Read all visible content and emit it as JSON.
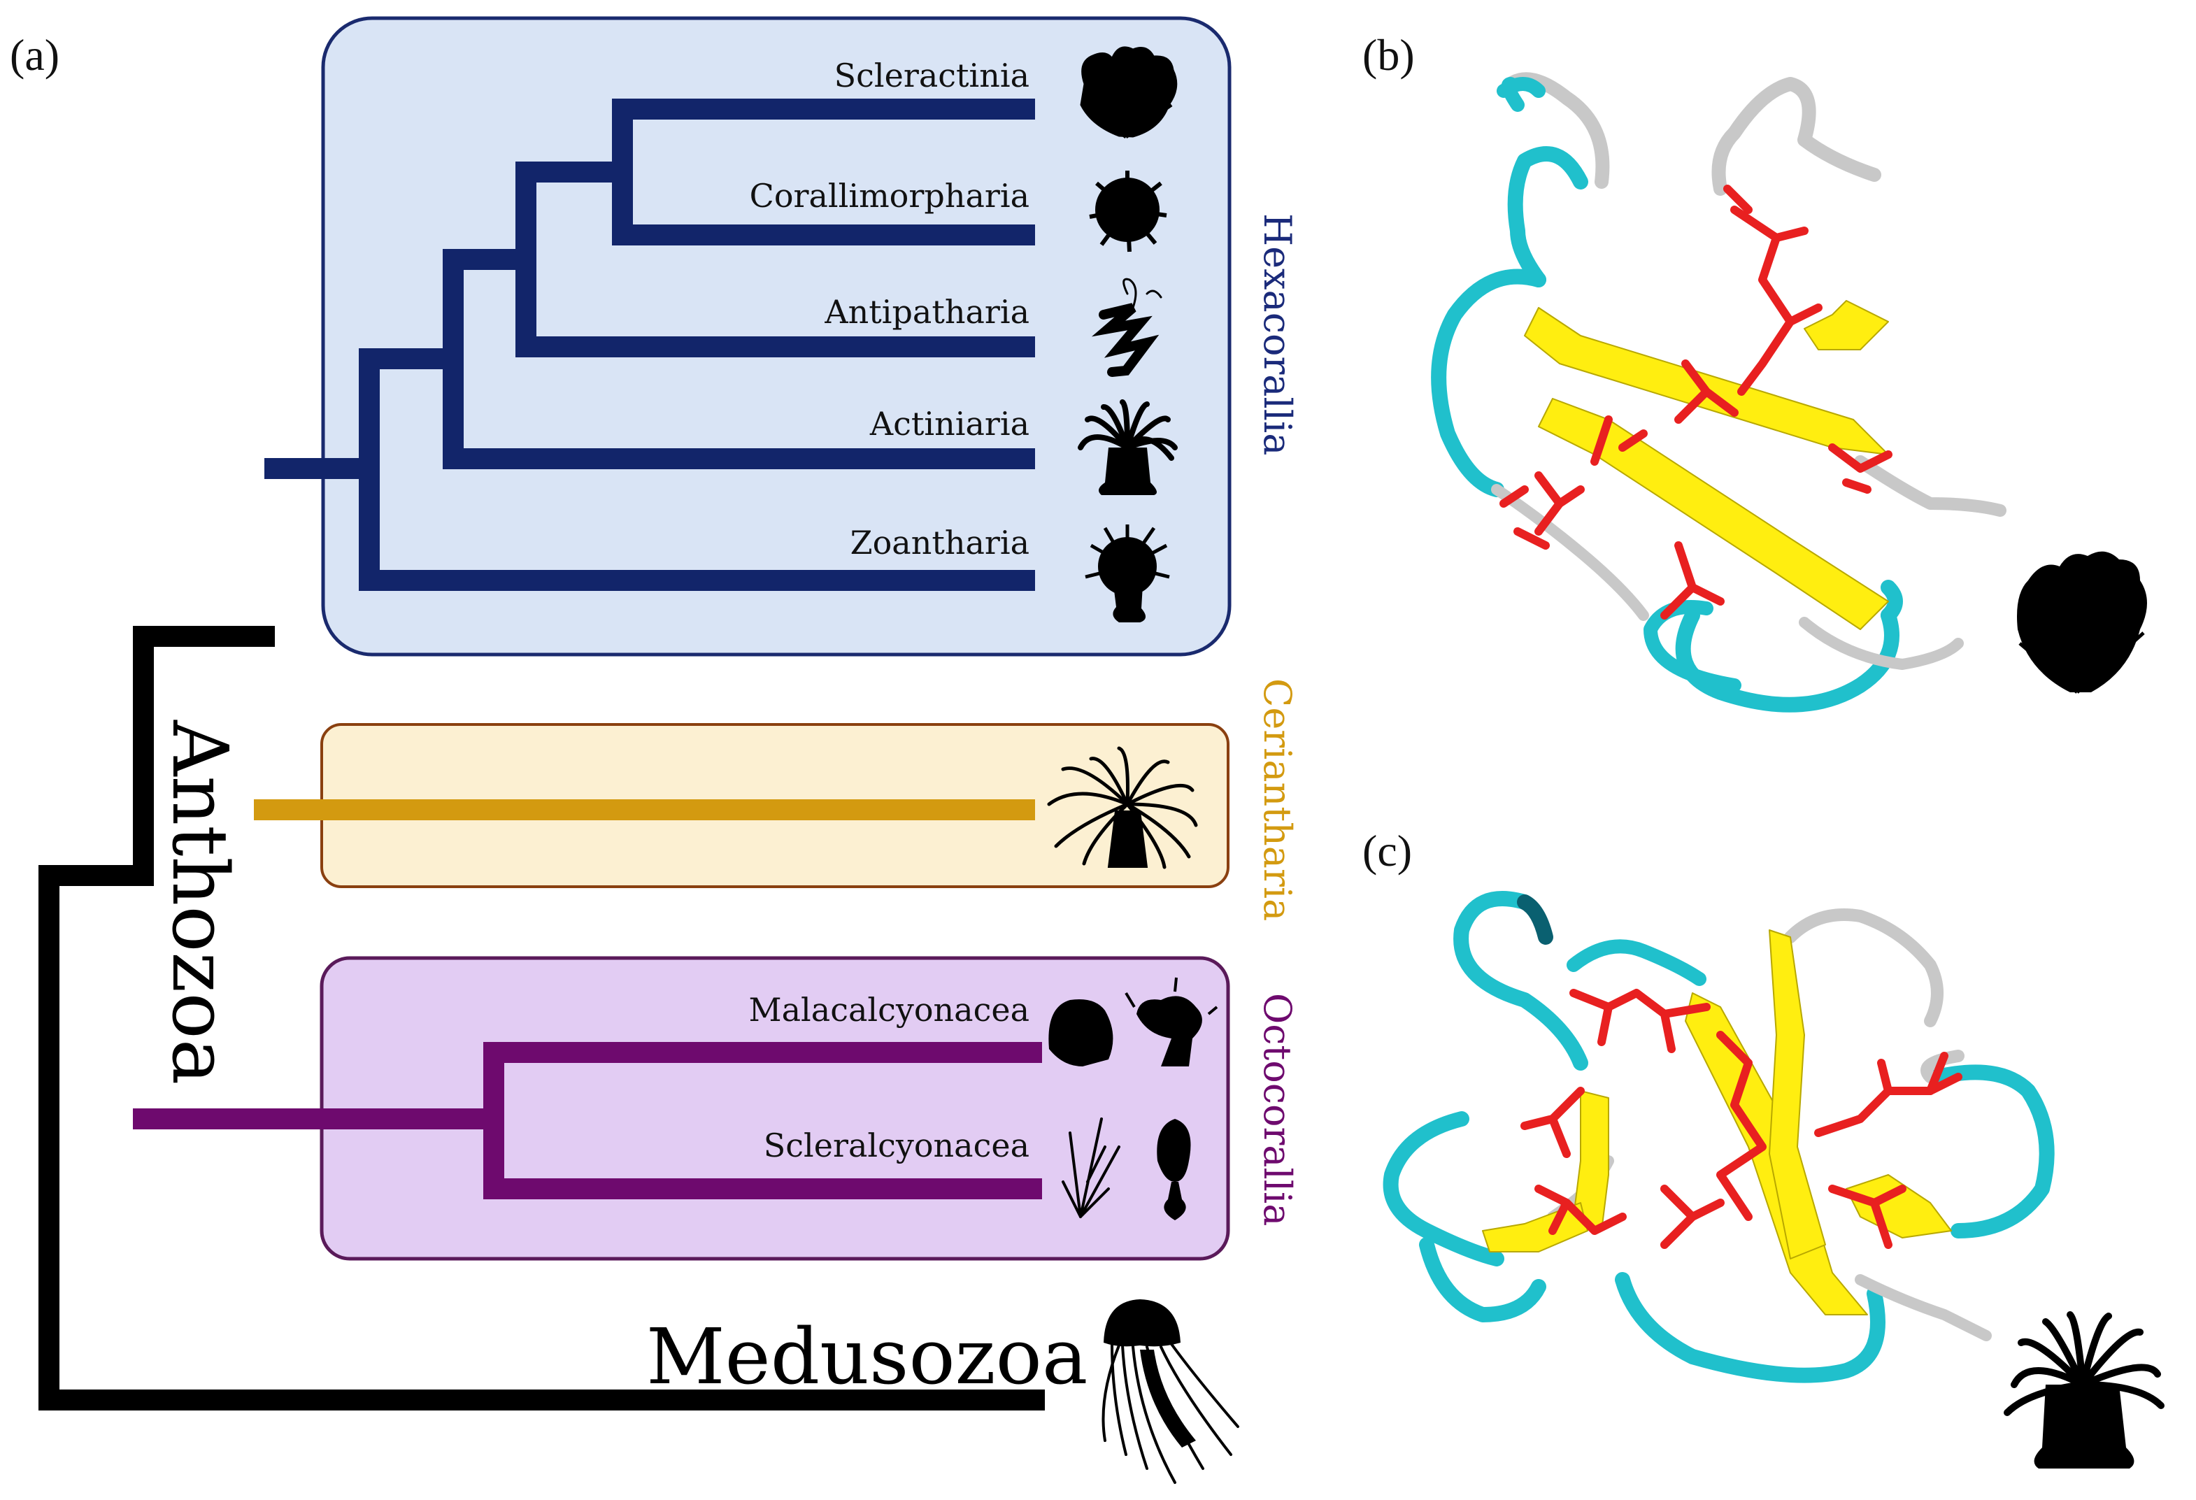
{
  "panels": {
    "a": "(a)",
    "b": "(b)",
    "c": "(c)"
  },
  "taxa": {
    "scleractinia": "Scleractinia",
    "corallimorpharia": "Corallimorpharia",
    "antipatharia": "Antipatharia",
    "actiniaria": "Actiniaria",
    "zoantharia": "Zoantharia",
    "malacalcyonacea": "Malacalcyonacea",
    "scleralcyonacea": "Scleralcyonacea"
  },
  "clades": {
    "hexacorallia": "Hexacorallia",
    "ceriantharia": "Ceriantharia",
    "octocorallia": "Octocorallia",
    "anthozoa": "Anthozoa",
    "medusozoa": "Medusozoa"
  },
  "colors": {
    "hexacorallia_branch": "#12256a",
    "hexacorallia_box": "#d9e4f5",
    "hexacorallia_border": "#1a2a6e",
    "ceriantharia_branch": "#d39a10",
    "ceriantharia_box": "#fcf0d2",
    "ceriantharia_border": "#8a4010",
    "octocorallia_branch": "#6e0a6e",
    "octocorallia_box": "#e2ccf3",
    "octocorallia_border": "#5a1a5a",
    "helix_coil": "#20c0cc",
    "helix_turn": "#c8c8c8",
    "sheet": "#ffee10",
    "sidechain": "#e82020",
    "silhouette": "#000000"
  },
  "icons": [
    "scleractinia-coral-silhouette",
    "corallimorpharia-silhouette",
    "antipatharia-silhouette",
    "actiniaria-anemone-silhouette",
    "zoantharia-silhouette",
    "ceriantharia-tube-anemone-silhouette",
    "malacalcyonacea-soft-coral-silhouette",
    "scleralcyonacea-sea-pen-silhouette",
    "medusozoa-jellyfish-silhouette"
  ]
}
